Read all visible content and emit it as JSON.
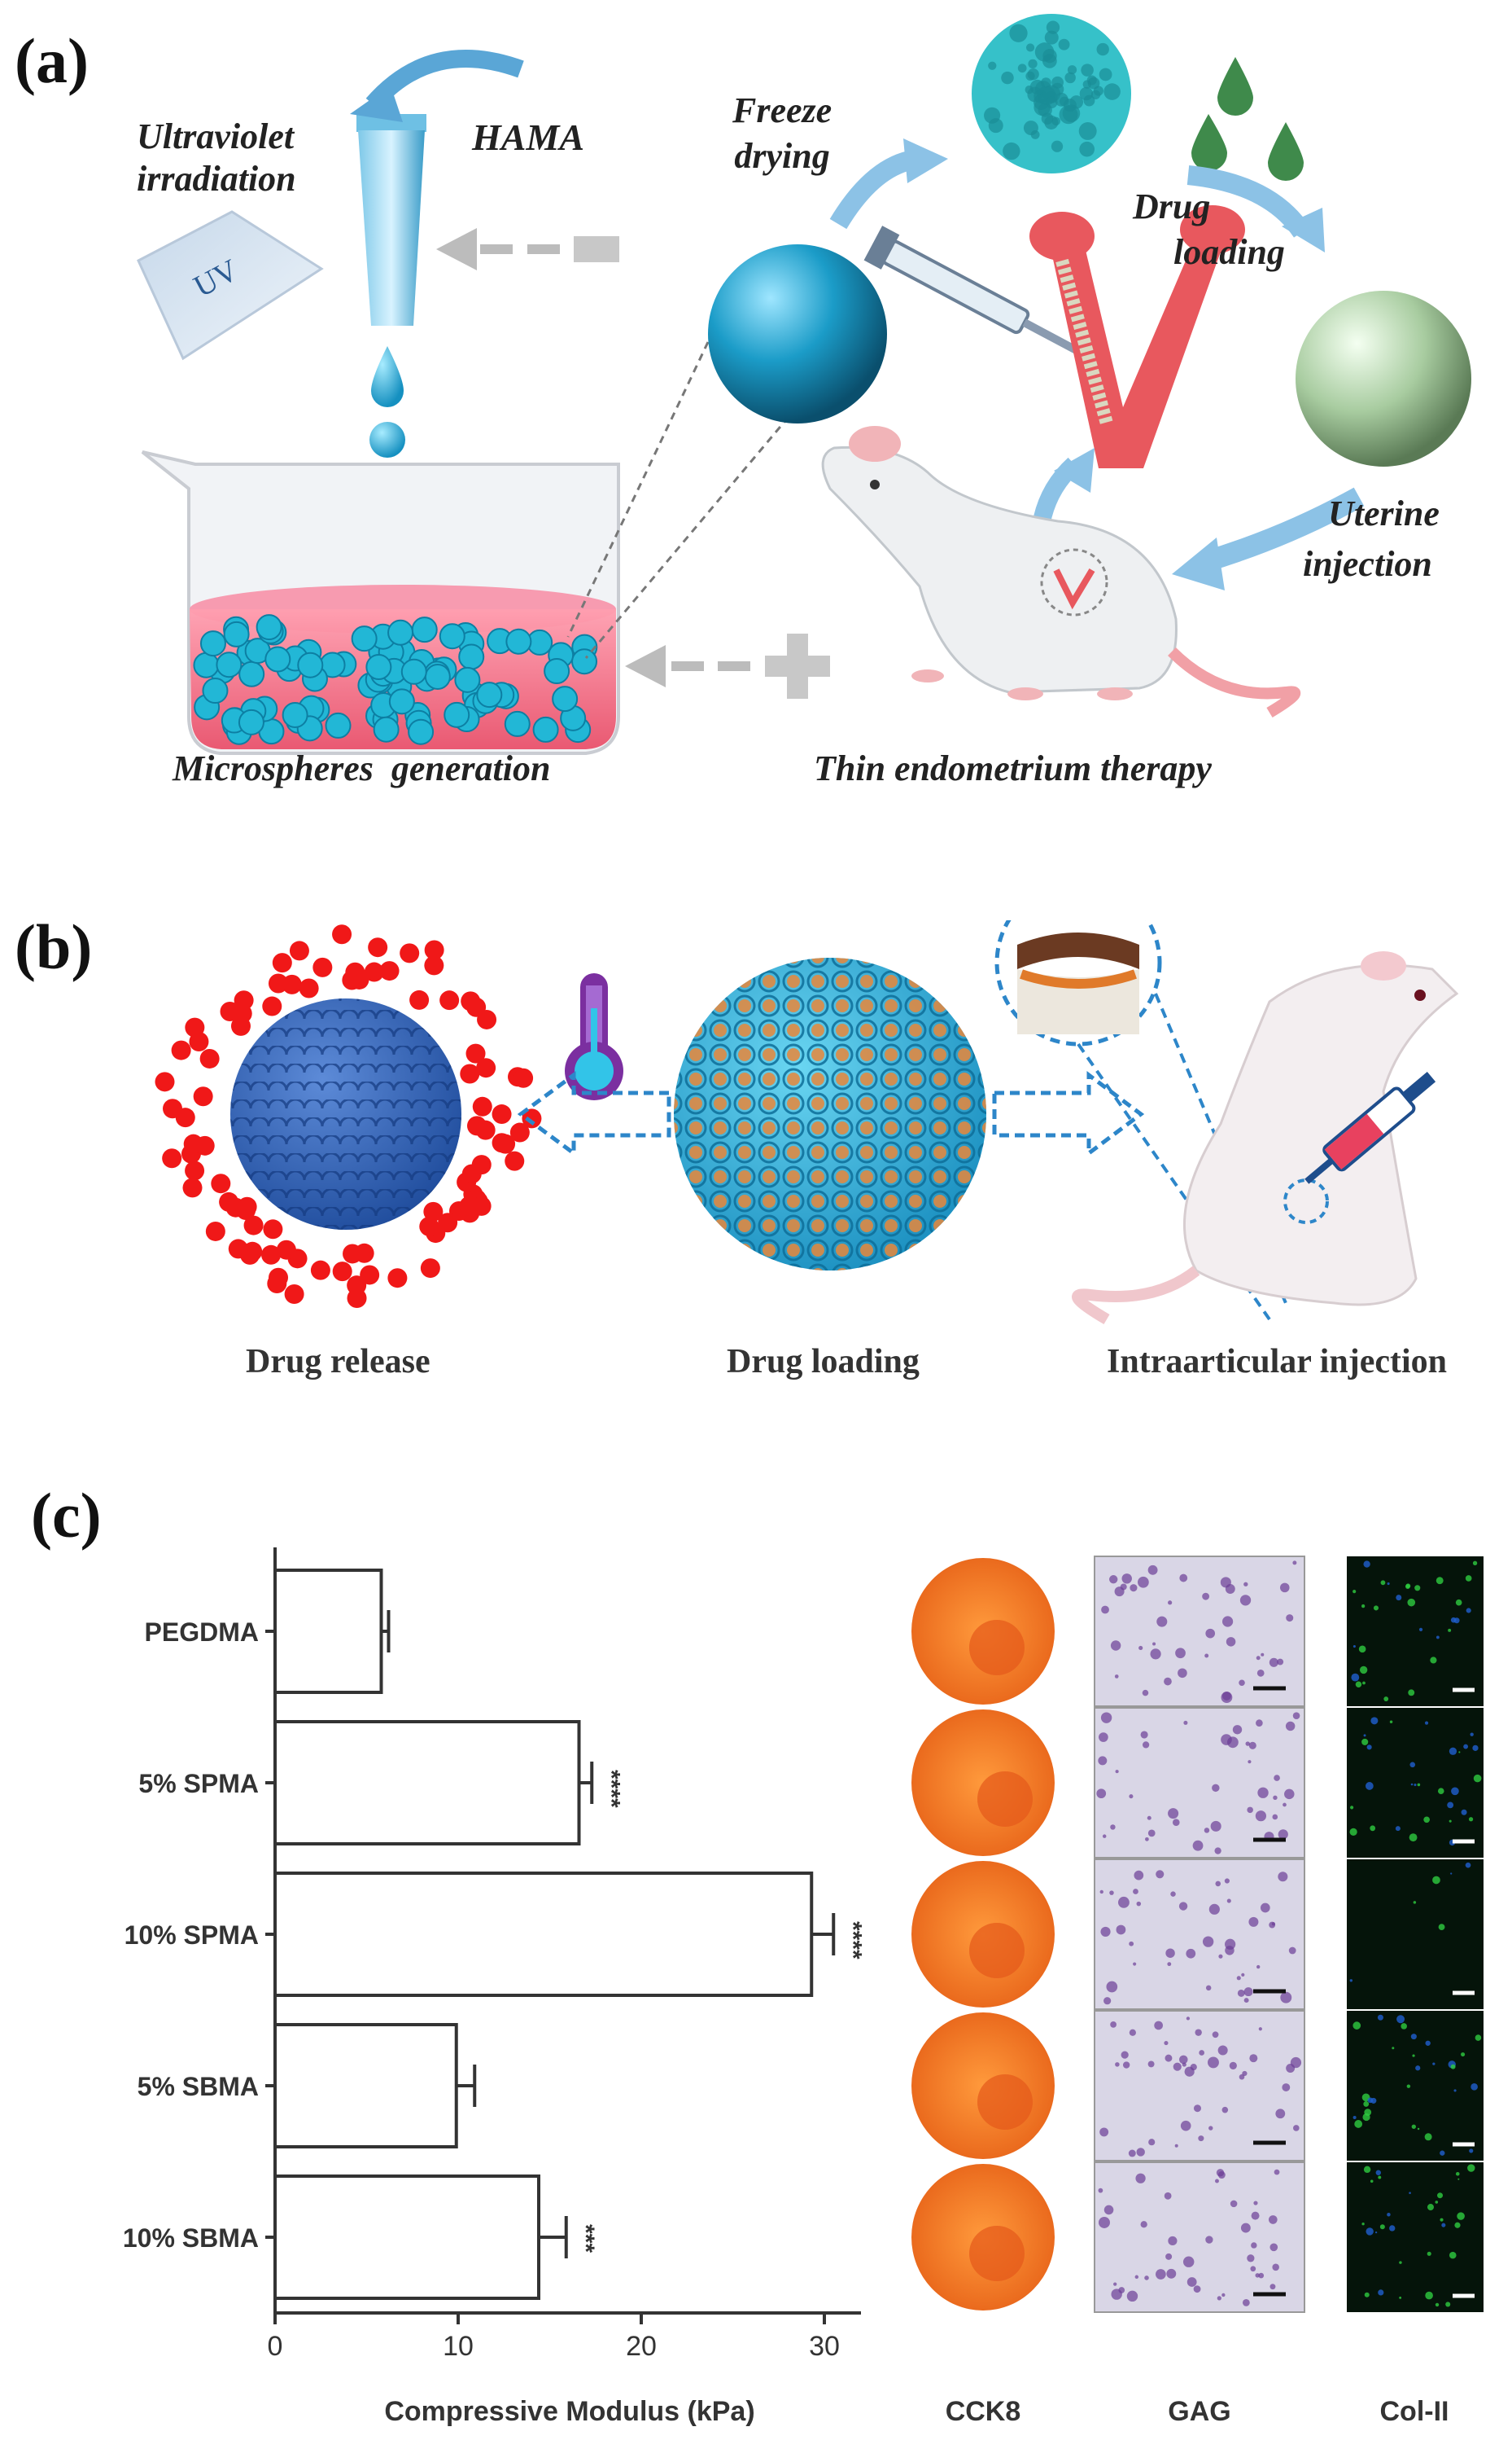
{
  "panel_a": {
    "letter": "(a)",
    "labels": {
      "uv_irradiation_line1": "Ultraviolet",
      "uv_irradiation_line2": "irradiation",
      "hama": "HAMA",
      "uv": "UV",
      "freeze_line1": "Freeze",
      "freeze_line2": "drying",
      "drug_line1": "Drug",
      "drug_line2": "loading",
      "uterine_line1": "Uterine",
      "uterine_line2": "injection",
      "microspheres_generation": "Microspheres  generation",
      "thin_endometrium": "Thin endometrium therapy"
    }
  },
  "panel_b": {
    "letter": "(b)",
    "labels": {
      "drug_release": "Drug release",
      "drug_loading": "Drug loading",
      "intraarticular_injection": "Intraarticular injection"
    }
  },
  "panel_c": {
    "letter": "(c)",
    "image_columns": [
      "CCK8",
      "GAG",
      "Col-II"
    ],
    "colors": {
      "cck8": "#f07a1e",
      "gag_bg": "#d9d6e6",
      "colii_bg": "#05140a"
    }
  },
  "chart_data": {
    "type": "bar",
    "orientation": "horizontal",
    "categories": [
      "PEGDMA",
      "5% SPMA",
      "10% SPMA",
      "5% SBMA",
      "10% SBMA"
    ],
    "values": [
      5.8,
      16.6,
      29.3,
      9.9,
      14.4
    ],
    "errors": [
      0.4,
      0.7,
      1.2,
      1.0,
      1.5
    ],
    "significance": [
      "",
      "****",
      "****",
      "",
      "***"
    ],
    "xlabel": "Compressive Modulus (kPa)",
    "ylabel": "",
    "xlim": [
      0,
      32
    ],
    "xticks": [
      0,
      10,
      20,
      30
    ],
    "grid": false
  }
}
